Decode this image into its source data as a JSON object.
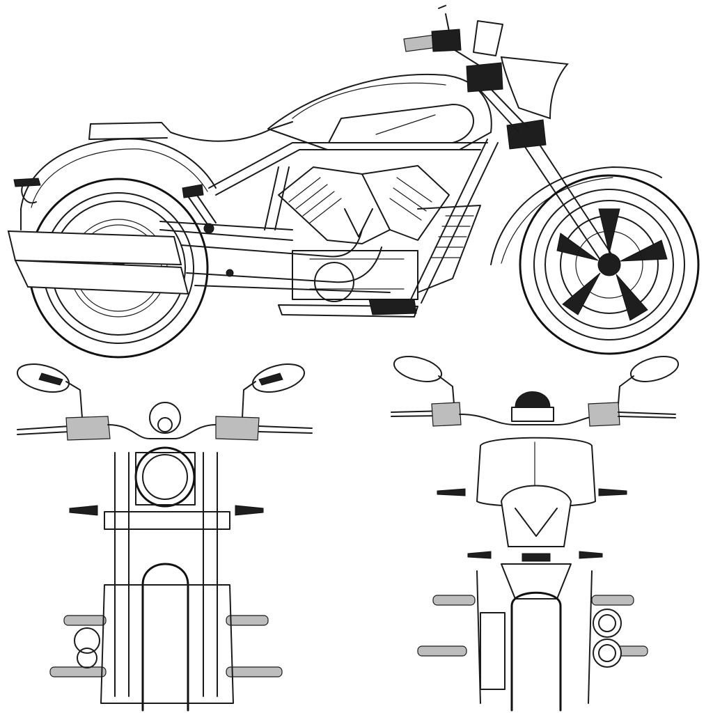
{
  "drawing": {
    "views": [
      {
        "id": "side",
        "name": "side-view"
      },
      {
        "id": "front",
        "name": "front-view"
      },
      {
        "id": "rear",
        "name": "rear-view"
      }
    ],
    "line_color": "#1a1a1a",
    "background": "#ffffff"
  }
}
